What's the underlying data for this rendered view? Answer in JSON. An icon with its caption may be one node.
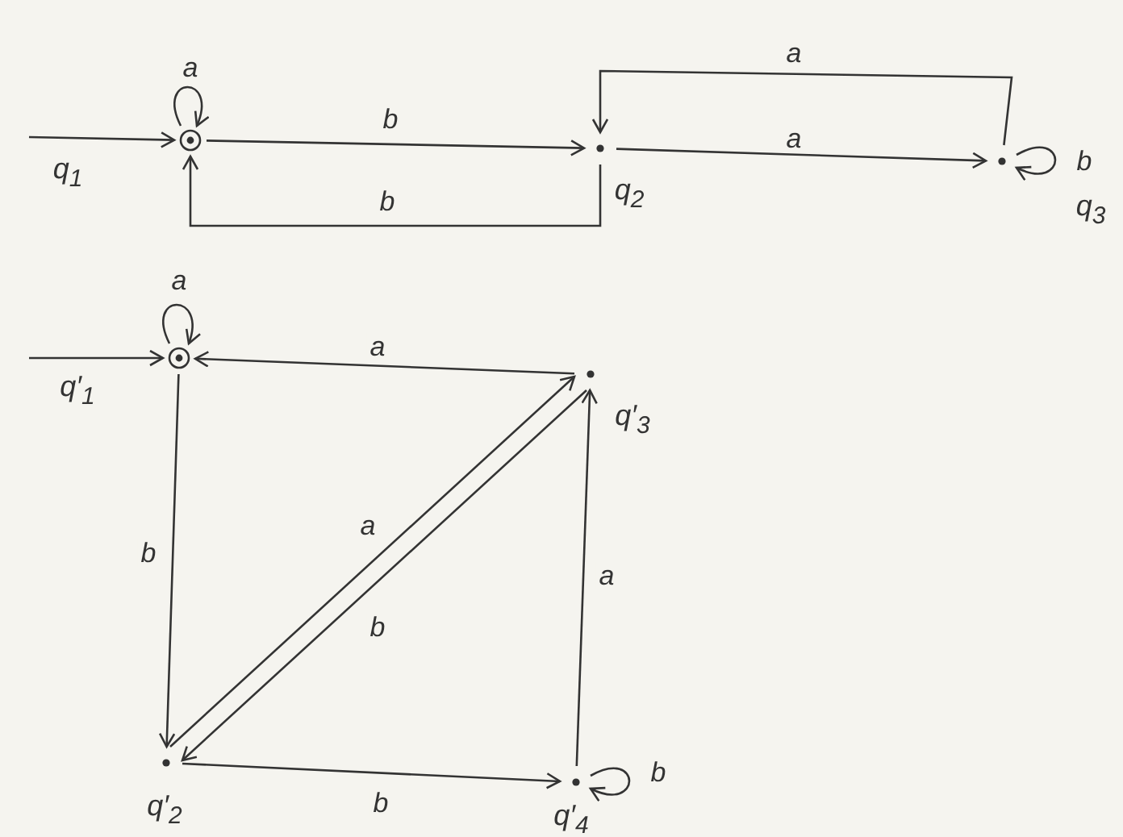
{
  "diagram": {
    "nodes": [
      {
        "text": [],
        "shape": "circle",
        "beside": [
          "q$_{1}$"
        ]
      },
      {
        "text": [],
        "shape": "dot",
        "beside": [
          "q$_{2}$"
        ]
      },
      {
        "text": [],
        "shape": "dot",
        "beside": [
          "q$_{3}$"
        ]
      },
      {
        "text": [],
        "shape": "circle",
        "beside": [
          "q′$_{1}$"
        ]
      },
      {
        "text": [],
        "shape": "dot",
        "beside": [
          "q′$_{3}$"
        ]
      },
      {
        "text": [],
        "shape": "dot",
        "beside": [
          "q′$_{2}$"
        ]
      },
      {
        "text": [],
        "shape": "dot",
        "beside": [
          "q′$_{4}$"
        ]
      }
    ],
    "edges": [
      {
        "from": null,
        "to": 0,
        "arrow": "to"
      },
      {
        "from": 0,
        "to": 0,
        "label": "a",
        "arrow": "to"
      },
      {
        "from": 0,
        "to": 1,
        "label": "b",
        "arrow": "to"
      },
      {
        "from": 1,
        "to": 0,
        "label": "b",
        "arrow": "to"
      },
      {
        "from": 1,
        "to": 2,
        "label": "a",
        "arrow": "to"
      },
      {
        "from": 2,
        "to": 1,
        "label": "a",
        "arrow": "to"
      },
      {
        "from": 2,
        "to": 2,
        "label": "b",
        "arrow": "to"
      },
      {
        "from": null,
        "to": 3,
        "arrow": "to"
      },
      {
        "from": 3,
        "to": 3,
        "label": "a",
        "arrow": "to"
      },
      {
        "from": 4,
        "to": 3,
        "label": "a",
        "arrow": "to"
      },
      {
        "from": 3,
        "to": 5,
        "label": "b",
        "arrow": "to"
      },
      {
        "from": 5,
        "to": 4,
        "label": "a",
        "arrow": "to"
      },
      {
        "from": 4,
        "to": 5,
        "label": "b",
        "arrow": "to"
      },
      {
        "from": 6,
        "to": 4,
        "label": "a",
        "arrow": "to"
      },
      {
        "from": 5,
        "to": 6,
        "label": "b",
        "arrow": "to"
      },
      {
        "from": 6,
        "to": 6,
        "label": "b",
        "arrow": "to"
      }
    ]
  }
}
